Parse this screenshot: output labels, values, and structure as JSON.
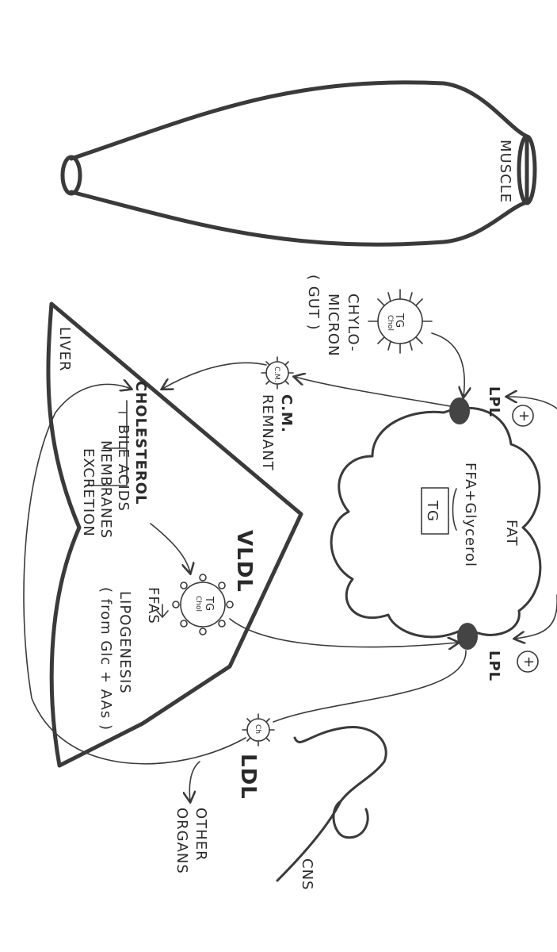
{
  "labels": {
    "muscle": "MUSCLE",
    "liver": "LIVER",
    "fat": "FAT",
    "cns": "CNS",
    "vldl": "VLDL",
    "ldl": "LDL",
    "lpl_top": "LPL",
    "lpl_bottom": "LPL",
    "plus_top": "+",
    "plus_bottom": "+",
    "chylomicron_1": "CHYLO-",
    "chylomicron_2": "MICRON",
    "chylomicron_3": "( GUT )",
    "cm_remnant_1": "C.M.",
    "cm_remnant_2": "REMNANT",
    "cm_small": "C.M.",
    "ffa_glycerol": "FFA+Glycerol",
    "tg_fat": "TG",
    "cholesterol": "CHOLESTEROL",
    "bile_acids": "BILE ACIDS",
    "membranes": "MEMBRANES",
    "excretion": "EXCRETION",
    "ffas": "FFAS",
    "lipogenesis": "LIPOGENESIS",
    "from_glc": "( from Glc + AAs )",
    "tg_particle": "TG",
    "chol_particle": "Chol",
    "ldl_small": "Ch",
    "other_1": "OTHER",
    "other_2": "ORGANS"
  }
}
